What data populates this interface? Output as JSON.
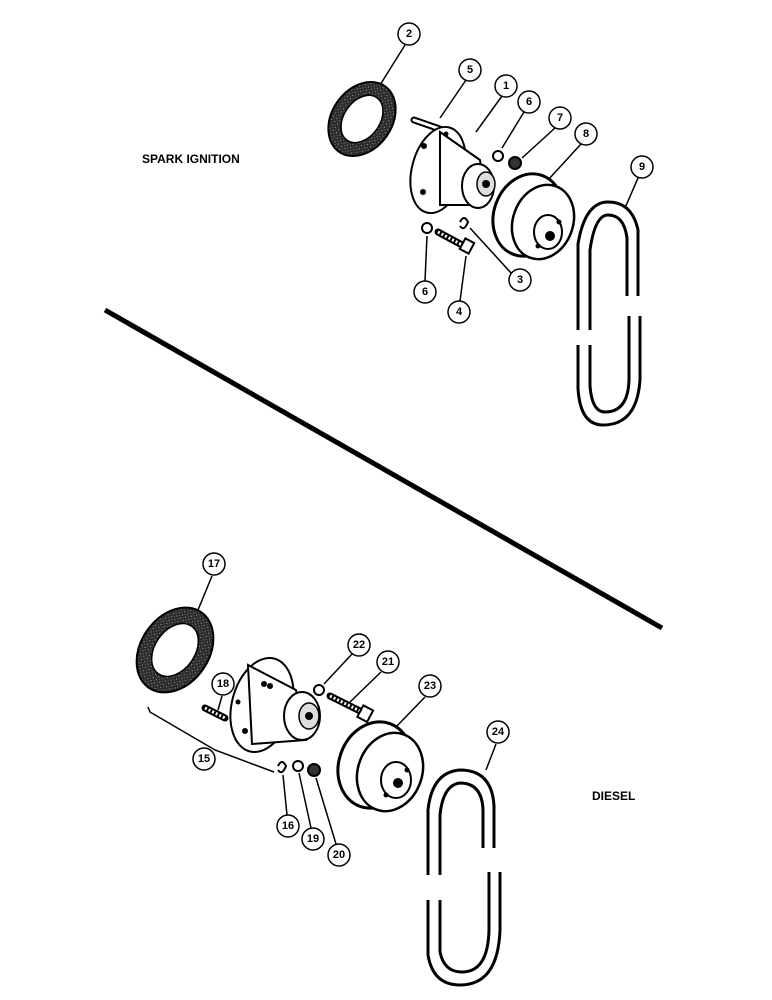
{
  "section_labels": {
    "top": "SPARK IGNITION",
    "bottom": "DIESEL"
  },
  "callouts_top": [
    "2",
    "5",
    "1",
    "6",
    "7",
    "8",
    "9",
    "6",
    "4",
    "3"
  ],
  "callouts_bottom": [
    "17",
    "22",
    "21",
    "18",
    "23",
    "15",
    "24",
    "16",
    "19",
    "20"
  ]
}
